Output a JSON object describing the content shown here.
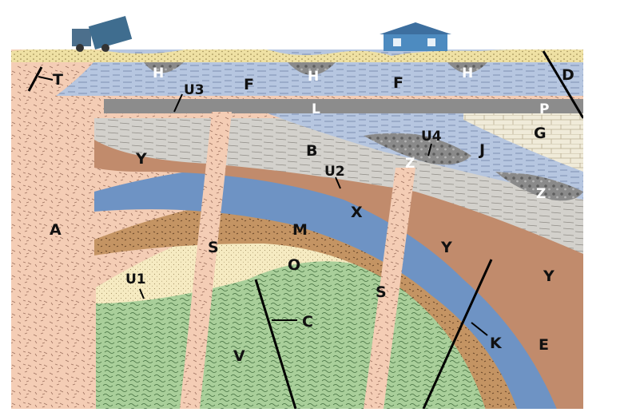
{
  "labels": {
    "T": "T",
    "H": "H",
    "U3": "U3",
    "F": "F",
    "D": "D",
    "L": "L",
    "P": "P",
    "G": "G",
    "B": "B",
    "U4": "U4",
    "J": "J",
    "Y": "Y",
    "U2": "U2",
    "Z": "Z",
    "A": "A",
    "X": "X",
    "M": "M",
    "S": "S",
    "O": "O",
    "U1": "U1",
    "C": "C",
    "V": "V",
    "K": "K",
    "E": "E"
  },
  "colors": {
    "granite": "#f4cdb5",
    "topsoil": "#efe1a4",
    "shale_blue": "#b6c6e0",
    "gray_layer": "#8c8c8c",
    "gray_sand": "#d3d1cc",
    "brown": "#c18b6c",
    "blue": "#6e93c4",
    "spotted_brown": "#c49463",
    "cream": "#f6ebc2",
    "green": "#a9cf9a",
    "limestone": "#f0ebd9",
    "conglomerate": "#8a8a8a"
  },
  "icons": [
    "dump-truck-icon",
    "house-icon"
  ]
}
